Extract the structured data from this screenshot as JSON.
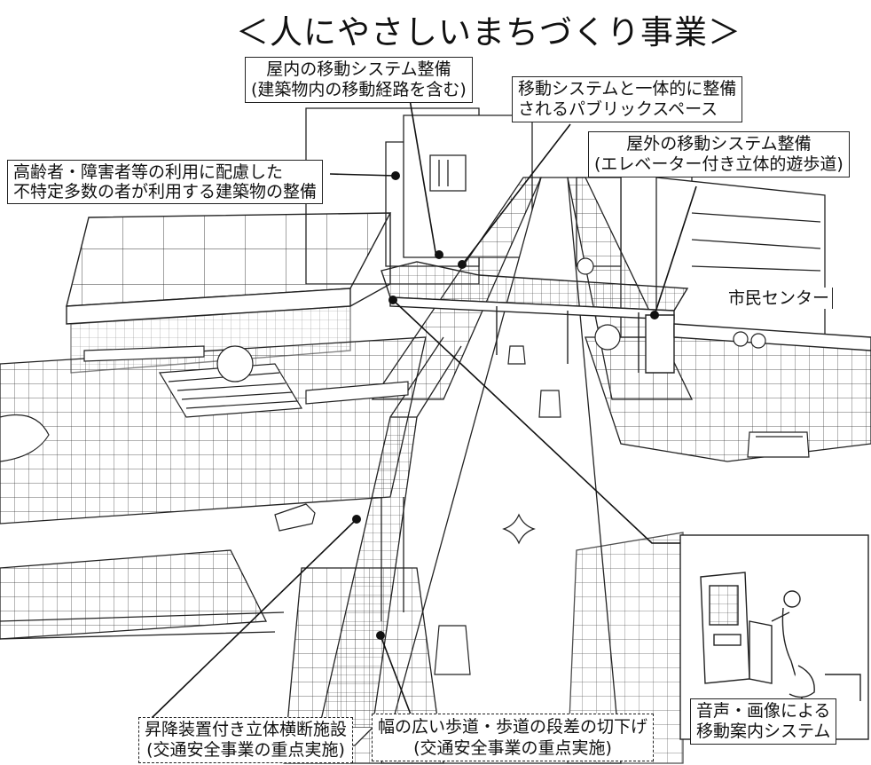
{
  "title": "＜人にやさしいまちづくり事業＞",
  "labels": {
    "indoor_line1": "屋内の移動システム整備",
    "indoor_line2": "(建築物内の移動経路を含む)",
    "public_line1": "移動システムと一体的に整備",
    "public_line2": "されるパブリックスペース",
    "outdoor_line1": "屋外の移動システム整備",
    "outdoor_line2": "(エレベーター付き立体的遊歩道)",
    "building_line1": "高齢者・障害者等の利用に配慮した",
    "building_line2": "不特定多数の者が利用する建築物の整備",
    "civic_center": "市民センター",
    "guide_line1": "音声・画像による",
    "guide_line2": "移動案内システム",
    "crossing_line1": "昇降装置付き立体横断施設",
    "crossing_line2": "(交通安全事業の重点実施)",
    "sidewalk_line1": "幅の広い歩道・歩道の段差の切下げ",
    "sidewalk_line2": "(交通安全事業の重点実施)"
  }
}
